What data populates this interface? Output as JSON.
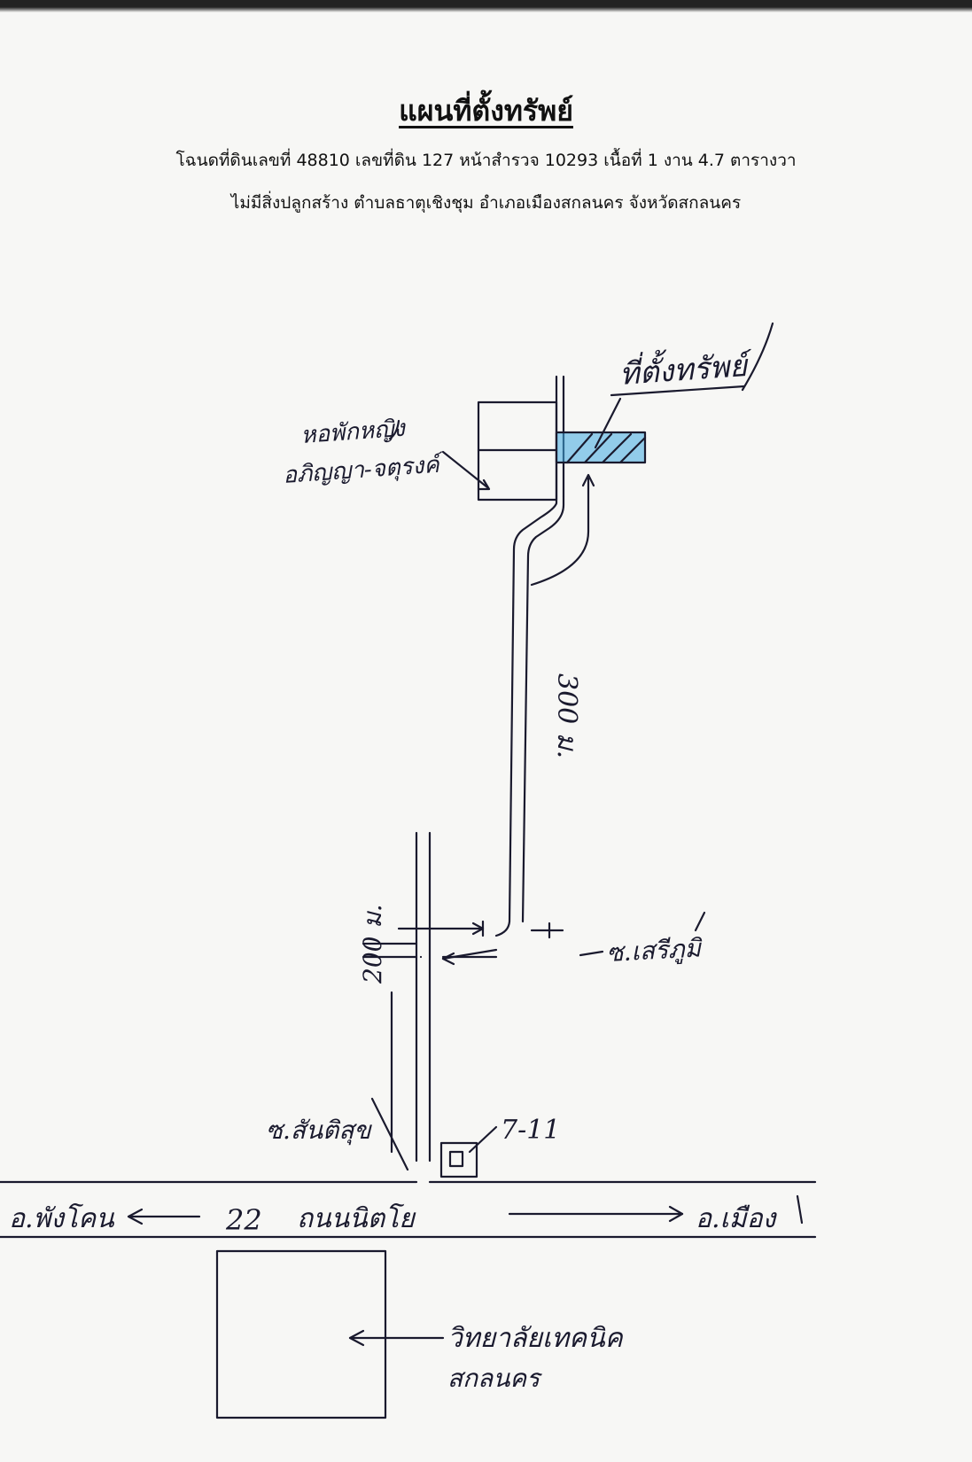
{
  "header": {
    "title": "แผนที่ตั้งทรัพย์",
    "line1": "โฉนดที่ดินเลขที่ 48810 เลขที่ดิน 127 หน้าสำรวจ 10293 เนื้อที่ 1 งาน 4.7 ตารางวา",
    "line2": "ไม่มีสิ่งปลูกสร้าง ตำบลธาตุเชิงชุม อำเภอเมืองสกลนคร จังหวัดสกลนคร"
  },
  "map": {
    "property_label": "ที่ตั้งทรัพย์",
    "dorm_label_line1": "หอพักหญิง",
    "dorm_label_line2": "อภิญญา-จตุรงค์",
    "distance_300": "300 ม.",
    "distance_200": "200 ม.",
    "soi_upper": "ซ.เสรีภูมิ",
    "soi_lower": "ซ.สันติสุข",
    "shop_label": "7-11",
    "highway_number": "22",
    "highway_name": "ถนนนิตโย",
    "left_direction": "อ.พังโคน",
    "right_direction": "อ.เมือง",
    "bottom_building_line1": "วิทยาลัยเทคนิค",
    "bottom_building_line2": "สกลนคร",
    "colors": {
      "ink": "#1a1a2e",
      "property_fill": "#3fa9e0",
      "paper": "#f7f7f5"
    }
  }
}
